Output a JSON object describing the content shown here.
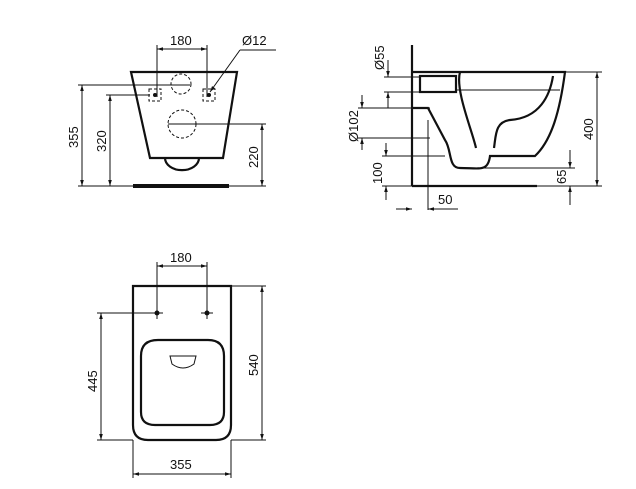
{
  "front_view": {
    "width_between_holes": "180",
    "fixing_diameter": "Ø12",
    "total_height": "355",
    "fixing_height": "320",
    "outlet_height": "220"
  },
  "side_view": {
    "inlet_diameter": "Ø55",
    "outlet_diameter": "Ø102",
    "outlet_floor_height": "100",
    "depth": "400",
    "wall_offset": "50",
    "bottom_clearance": "65"
  },
  "top_view": {
    "width_between_holes": "180",
    "seat_length": "445",
    "total_length": "540",
    "width": "355"
  }
}
